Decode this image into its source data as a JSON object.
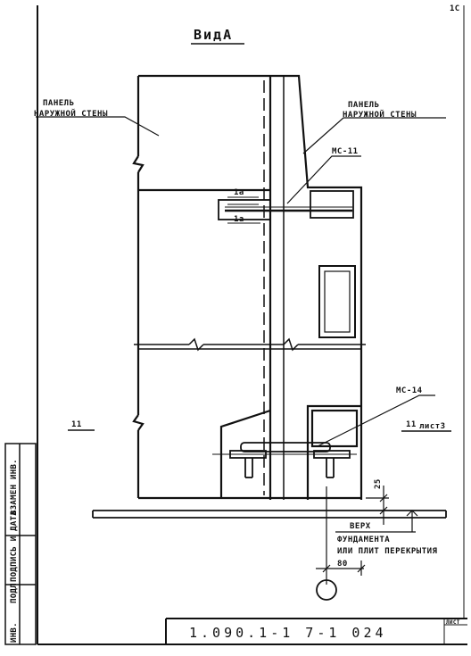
{
  "drawing": {
    "title": "ВидА",
    "panel_left_line1": "ПАНЕЛЬ",
    "panel_left_line2": "НАРУЖНОЙ СТЕНЫ",
    "panel_right_line1": "ПАНЕЛЬ",
    "panel_right_line2": "НАРУЖНОЙ СТЕНЫ",
    "mark_mc11": "МС-11",
    "mark_mc14": "МС-14",
    "mark_1a_top": "1а",
    "mark_1a_bottom": "1а",
    "section_left": "11",
    "section_right": "11",
    "section_right_sheet": "лист3",
    "dim_25": "25",
    "dim_80": "80",
    "note_line1": "ВЕРХ",
    "note_line2": "ФУНДАМЕНТА",
    "note_line3": "ИЛИ ПЛИТ ПЕРЕКРЫТИЯ",
    "doc_code": "1.090.1-1 7-1 024",
    "sheet_label": "ЛИСТ",
    "corner_mark": "1С"
  },
  "side_stamp": {
    "inv": "ИНВ.",
    "podl": "ПОДЛ",
    "sign": "ПОДПИСЬ И ДАТА",
    "replace": "ВЗАМЕН ИНВ."
  }
}
